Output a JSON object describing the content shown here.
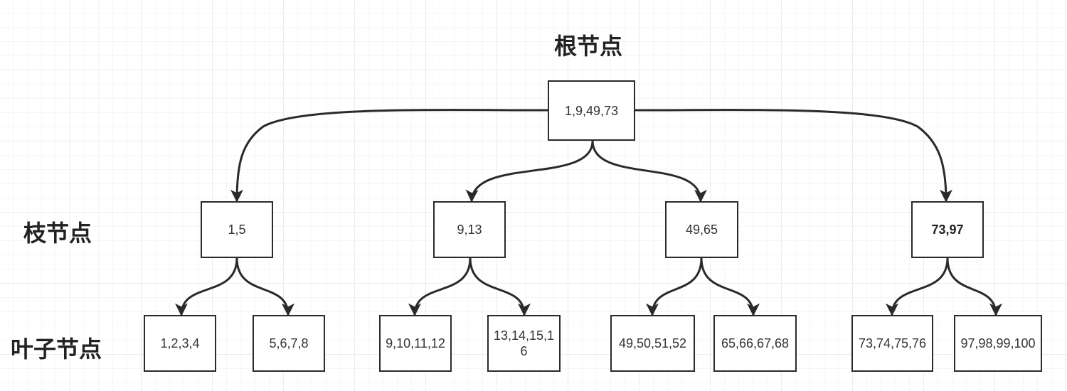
{
  "labels": {
    "root": "根节点",
    "branch": "枝节点",
    "leaf": "叶子节点"
  },
  "colors": {
    "stroke": "#2a2a2a",
    "text": "#333333"
  },
  "nodes": {
    "root": "1,9,49,73",
    "b1": "1,5",
    "b2": "9,13",
    "b3": "49,65",
    "b4": "73,97",
    "l1": "1,2,3,4",
    "l2": "5,6,7,8",
    "l3": "9,10,11,12",
    "l4": "13,14,15,16",
    "l5": "49,50,51,52",
    "l6": "65,66,67,68",
    "l7": "73,74,75,76",
    "l8": "97,98,99,100"
  }
}
